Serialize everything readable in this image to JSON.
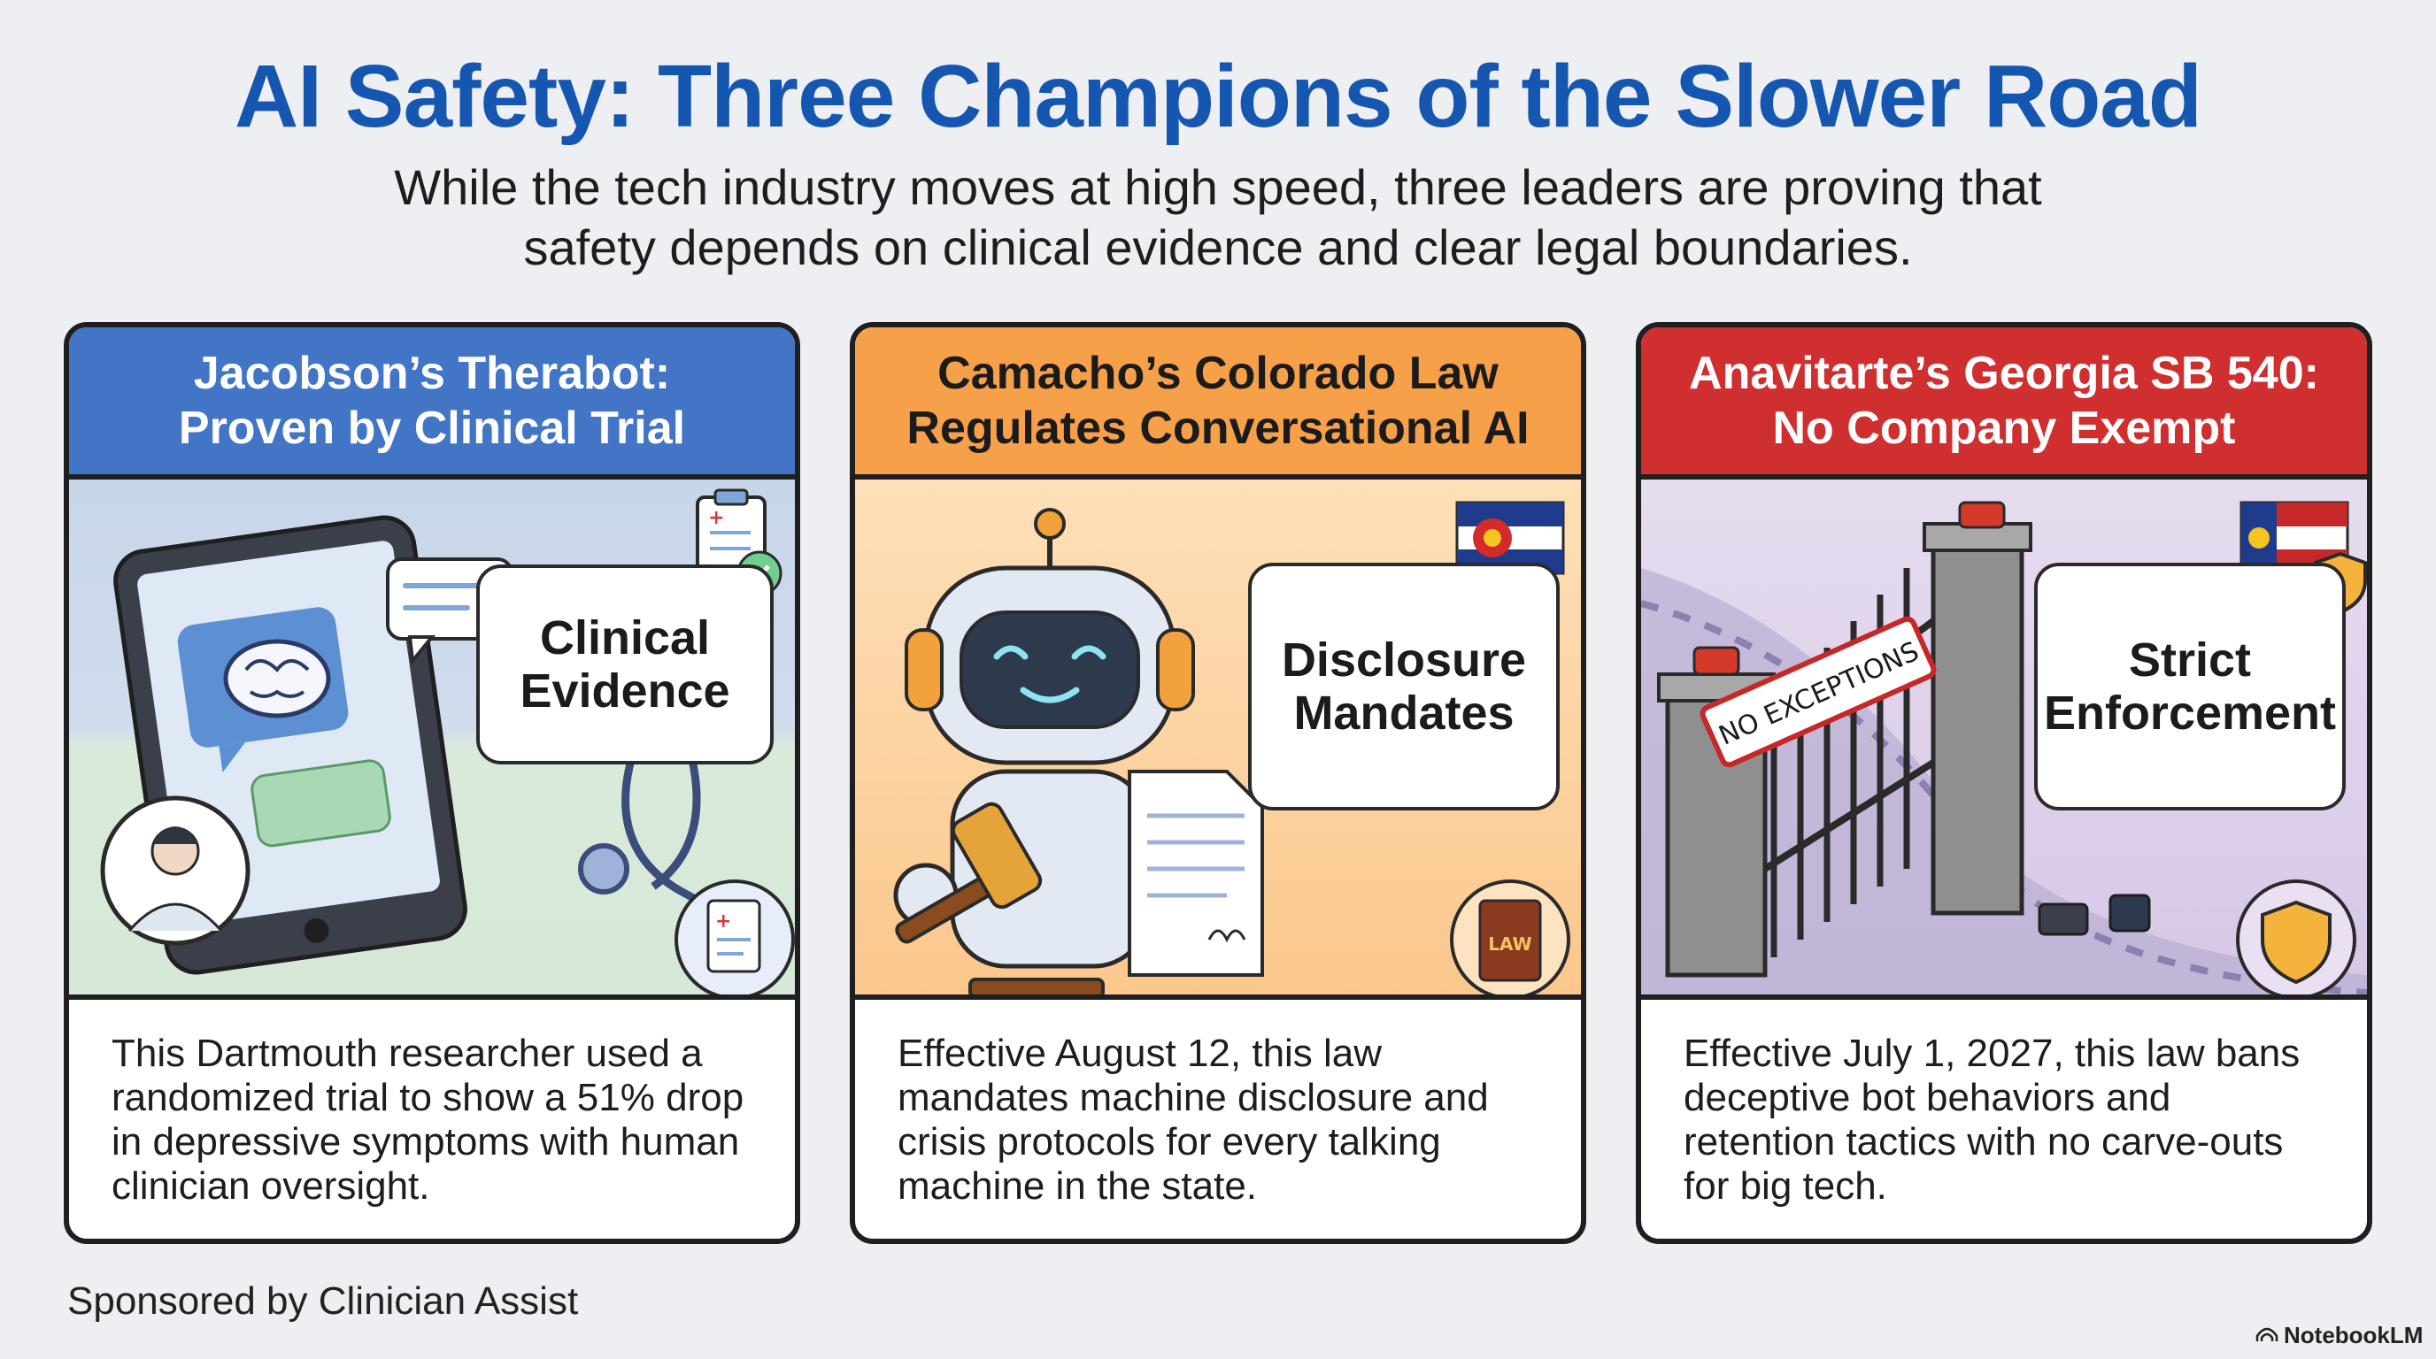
{
  "header": {
    "title": "AI Safety: Three Champions of the Slower Road",
    "subtitle_line1": "While the tech industry moves at high speed, three leaders are proving that",
    "subtitle_line2": "safety depends on clinical evidence and clear legal boundaries."
  },
  "cards": [
    {
      "title_line1": "Jacobson’s Therabot:",
      "title_line2": "Proven by Clinical Trial",
      "callout_line1": "Clinical",
      "callout_line2": "Evidence",
      "body": "This Dartmouth researcher used a randomized trial to show a 51% drop in depressive symptoms with human clinician oversight.",
      "accent": "#4375c7"
    },
    {
      "title_line1": "Camacho’s Colorado Law",
      "title_line2": "Regulates Conversational AI",
      "callout_line1": "Disclosure",
      "callout_line2": "Mandates",
      "badge": "LAW",
      "body": "Effective August 12, this law mandates machine disclosure and crisis protocols for every talking machine in the state.",
      "accent": "#f6a04a"
    },
    {
      "title_line1": "Anavitarte’s Georgia SB 540:",
      "title_line2": "No Company Exempt",
      "callout_line1": "Strict",
      "callout_line2": "Enforcement",
      "sign": "NO EXCEPTIONS",
      "body": "Effective July 1, 2027, this law bans deceptive bot behaviors and retention tactics with no carve-outs for big tech.",
      "accent": "#cf2f2f"
    }
  ],
  "footer": {
    "sponsor": "Sponsored by Clinician Assist",
    "brand": "NotebookLM"
  }
}
